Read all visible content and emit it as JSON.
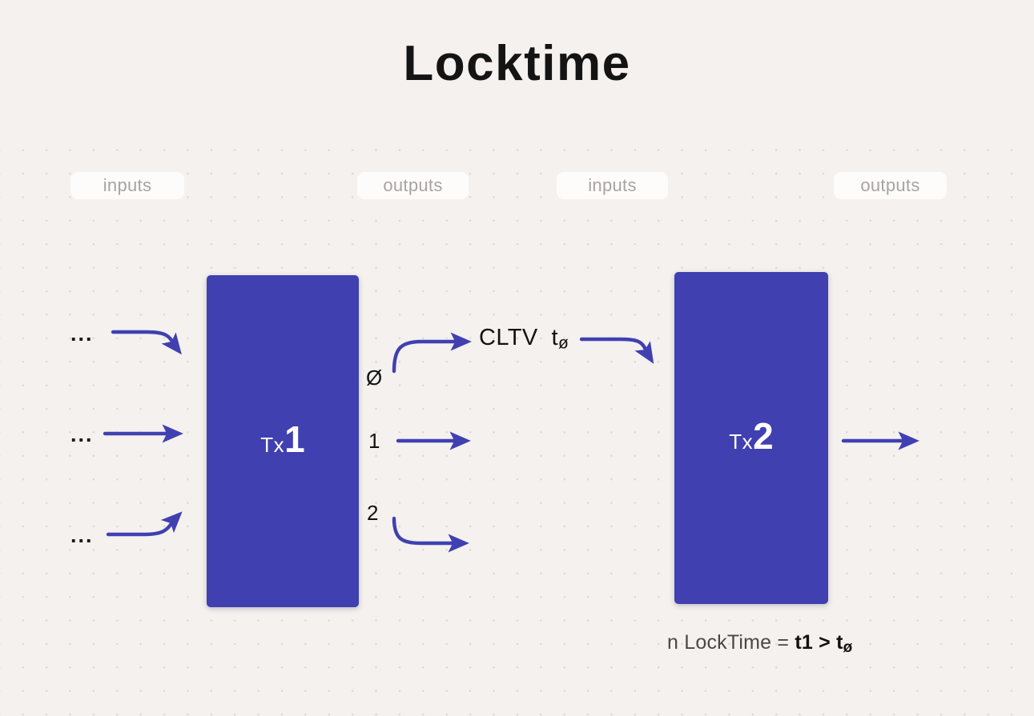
{
  "page": {
    "title": "Locktime",
    "background_color": "#f4f1ef",
    "accent_color": "#4040b0",
    "dot_grid_color": "#ded8d4"
  },
  "pills": [
    {
      "name": "inputs-tx1",
      "label": "inputs"
    },
    {
      "name": "outputs-tx1",
      "label": "outputs"
    },
    {
      "name": "inputs-tx2",
      "label": "inputs"
    },
    {
      "name": "outputs-tx2",
      "label": "outputs"
    }
  ],
  "transactions": [
    {
      "name": "tx1",
      "prefix": "Tx",
      "number": "1",
      "color": "#4040b0"
    },
    {
      "name": "tx2",
      "prefix": "Tx",
      "number": "2",
      "color": "#4040b0"
    }
  ],
  "tx1_inputs": [
    {
      "label": "..."
    },
    {
      "label": "..."
    },
    {
      "label": "..."
    }
  ],
  "tx1_outputs": [
    {
      "index": "Ø",
      "annotation_main": "CLTV",
      "annotation_sub": "tø"
    },
    {
      "index": "1",
      "annotation_main": "",
      "annotation_sub": ""
    },
    {
      "index": "2",
      "annotation_main": "",
      "annotation_sub": ""
    }
  ],
  "annotations": {
    "cltv_label": "CLTV",
    "cltv_time_base": "t",
    "cltv_time_sub": "ø"
  },
  "formula": {
    "lead": "n LockTime = ",
    "bold_left": "t1 > t",
    "bold_sub": "ø"
  },
  "arrow_color": "#4040b0"
}
